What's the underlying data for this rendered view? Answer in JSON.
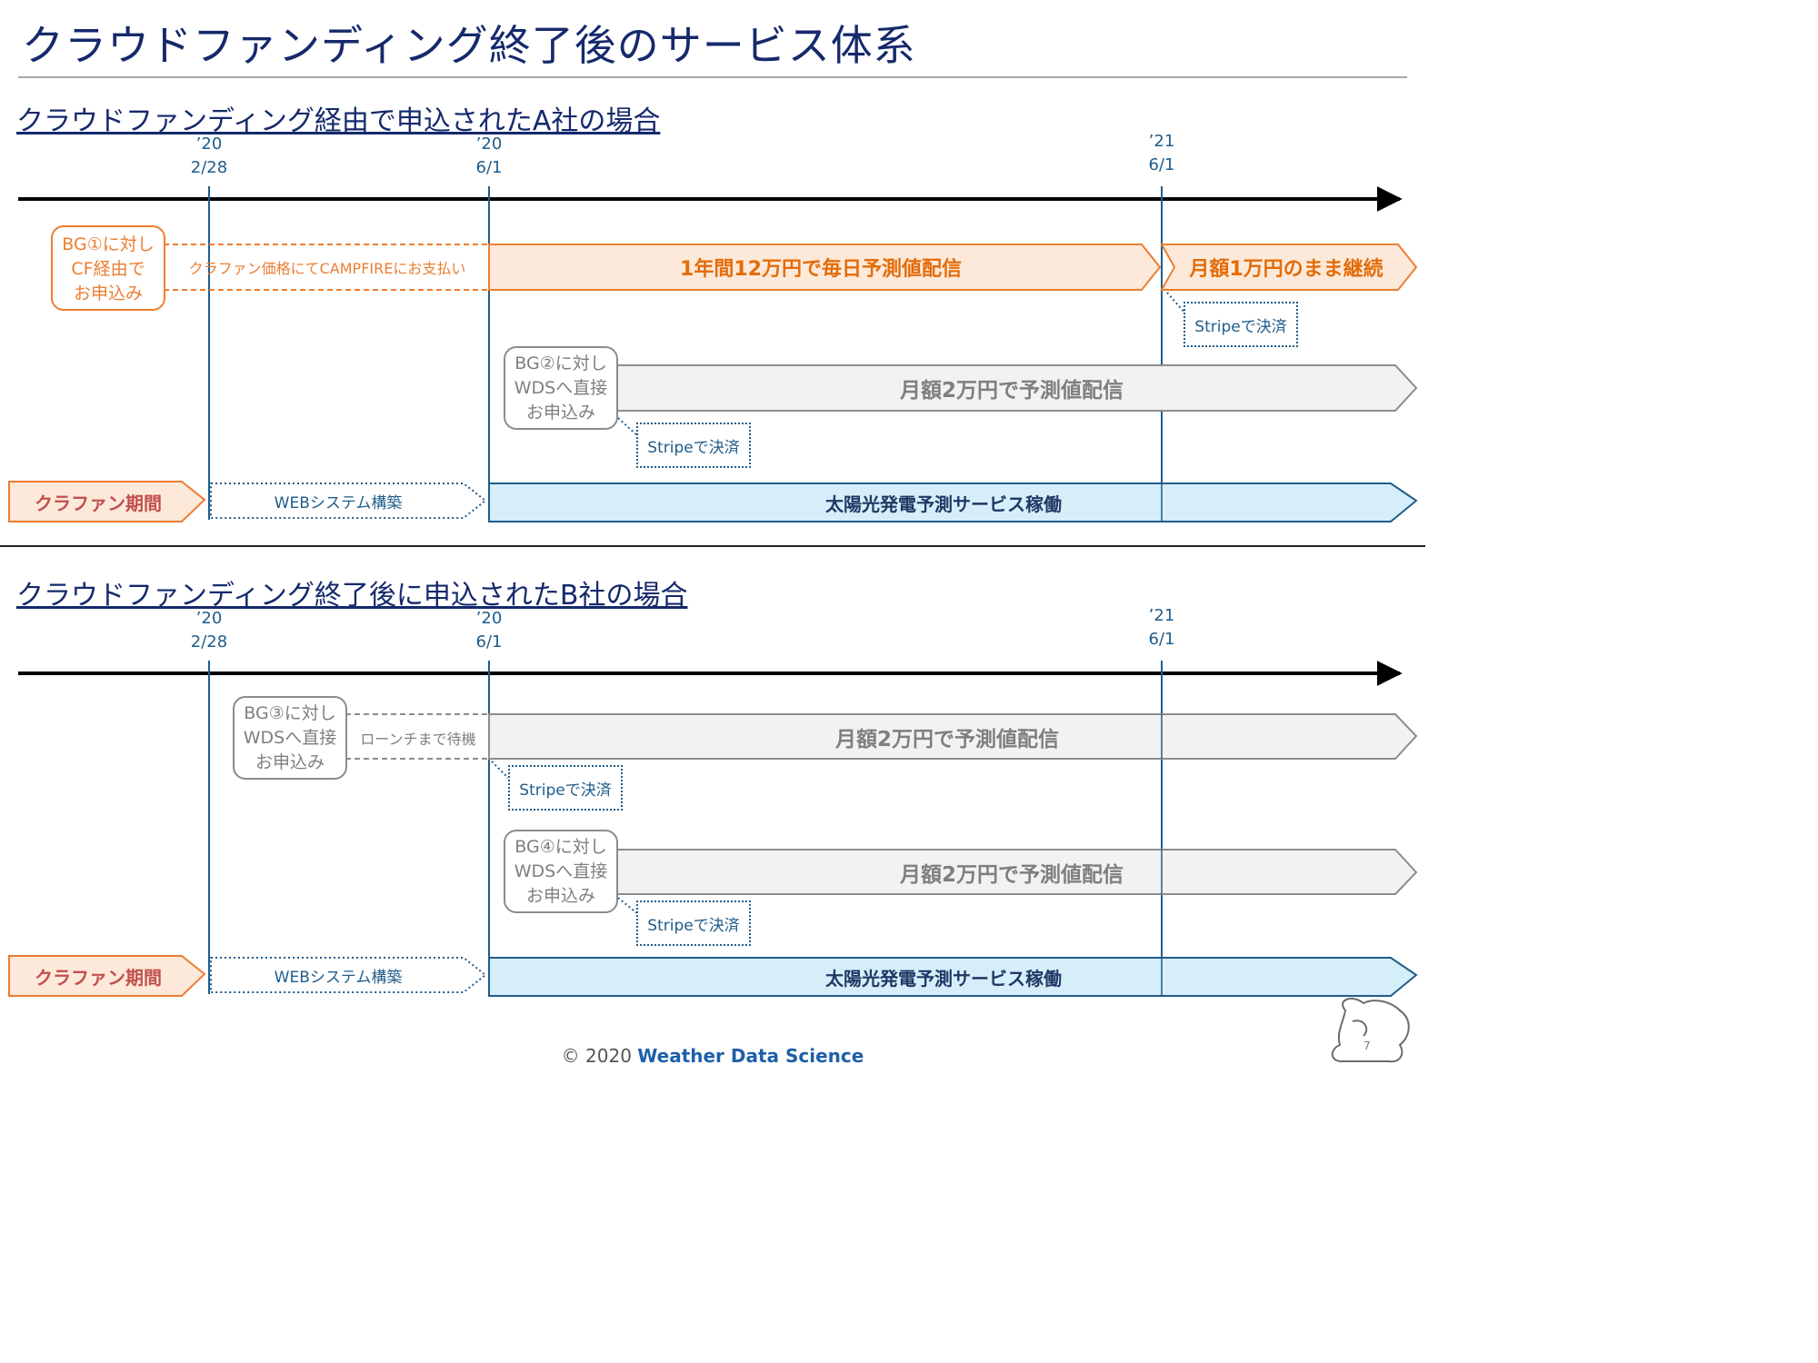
{
  "title": "クラウドファンディング終了後のサービス体系",
  "section_a": {
    "heading": "クラウドファンディング経由で申込されたA社の場合",
    "dates": [
      {
        "year": "’20",
        "day": "2/28"
      },
      {
        "year": "’20",
        "day": "6/1"
      },
      {
        "year": "’21",
        "day": "6/1"
      }
    ],
    "bg1_bubble": [
      "BG①に対し",
      "CF経由で",
      "お申込み"
    ],
    "campfire_label": "クラファン価格にてCAMPFIREにお支払い",
    "one_year_label": "1年間12万円で毎日予測値配信",
    "continue_label": "月額1万円のまま継続",
    "stripe_note_1": "Stripeで決済",
    "bg2_bubble": [
      "BG②に対し",
      "WDSへ直接",
      "お申込み"
    ],
    "monthly_label": "月額2万円で予測値配信",
    "stripe_note_2": "Stripeで決済",
    "cf_period": "クラファン期間",
    "web_build": "WEBシステム構築",
    "service_label": "太陽光発電予測サービス稼働"
  },
  "section_b": {
    "heading": "クラウドファンディング終了後に申込されたB社の場合",
    "dates": [
      {
        "year": "’20",
        "day": "2/28"
      },
      {
        "year": "’20",
        "day": "6/1"
      },
      {
        "year": "’21",
        "day": "6/1"
      }
    ],
    "bg3_bubble": [
      "BG③に対し",
      "WDSへ直接",
      "お申込み"
    ],
    "wait_label": "ローンチまで待機",
    "monthly_label_1": "月額2万円で予測値配信",
    "stripe_note_1": "Stripeで決済",
    "bg4_bubble": [
      "BG④に対し",
      "WDSへ直接",
      "お申込み"
    ],
    "monthly_label_2": "月額2万円で予測値配信",
    "stripe_note_2": "Stripeで決済",
    "cf_period": "クラファン期間",
    "web_build": "WEBシステム構築",
    "service_label": "太陽光発電予測サービス稼働"
  },
  "footer": {
    "copyright": "© 2020",
    "brand": "Weather Data Science"
  },
  "page_number": "7",
  "colors": {
    "navy": "#15296b",
    "orange": "#ed7d31",
    "gray": "#8c8c8c",
    "blue": "#1f5c8a",
    "light_blue": "#d6eefa",
    "light_orange": "#fde9d9",
    "light_gray": "#f2f2f2"
  }
}
